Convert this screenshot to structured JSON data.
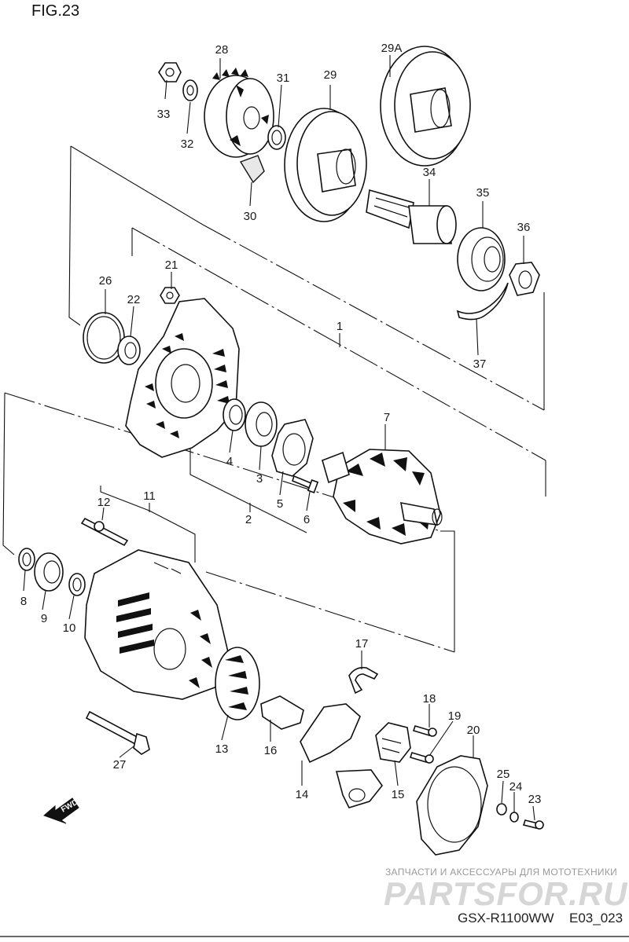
{
  "figure": {
    "title": "FIG.23",
    "model_code": "GSX-R1100WW",
    "sheet_code": "E03_023"
  },
  "watermark": {
    "tagline": "ЗАПЧАСТИ И АКСЕССУАРЫ ДЛЯ МОТОТЕХНИКИ",
    "brand": "PARTSFOR.RU"
  },
  "direction_marker": {
    "label": "FWD"
  },
  "callouts": [
    {
      "id": "c33",
      "label": "33"
    },
    {
      "id": "c28",
      "label": "28"
    },
    {
      "id": "c32",
      "label": "32"
    },
    {
      "id": "c31",
      "label": "31"
    },
    {
      "id": "c29",
      "label": "29"
    },
    {
      "id": "c29a",
      "label": "29A"
    },
    {
      "id": "c30",
      "label": "30"
    },
    {
      "id": "c34",
      "label": "34"
    },
    {
      "id": "c35",
      "label": "35"
    },
    {
      "id": "c36",
      "label": "36"
    },
    {
      "id": "c37",
      "label": "37"
    },
    {
      "id": "c26",
      "label": "26"
    },
    {
      "id": "c21",
      "label": "21"
    },
    {
      "id": "c22",
      "label": "22"
    },
    {
      "id": "c1",
      "label": "1"
    },
    {
      "id": "c7",
      "label": "7"
    },
    {
      "id": "c4",
      "label": "4"
    },
    {
      "id": "c3",
      "label": "3"
    },
    {
      "id": "c5",
      "label": "5"
    },
    {
      "id": "c6",
      "label": "6"
    },
    {
      "id": "c2",
      "label": "2"
    },
    {
      "id": "c12",
      "label": "12"
    },
    {
      "id": "c11",
      "label": "11"
    },
    {
      "id": "c8",
      "label": "8"
    },
    {
      "id": "c9",
      "label": "9"
    },
    {
      "id": "c10",
      "label": "10"
    },
    {
      "id": "c17",
      "label": "17"
    },
    {
      "id": "c18",
      "label": "18"
    },
    {
      "id": "c19",
      "label": "19"
    },
    {
      "id": "c20",
      "label": "20"
    },
    {
      "id": "c13",
      "label": "13"
    },
    {
      "id": "c16",
      "label": "16"
    },
    {
      "id": "c14",
      "label": "14"
    },
    {
      "id": "c15",
      "label": "15"
    },
    {
      "id": "c25",
      "label": "25"
    },
    {
      "id": "c24",
      "label": "24"
    },
    {
      "id": "c23",
      "label": "23"
    },
    {
      "id": "c27",
      "label": "27"
    }
  ]
}
